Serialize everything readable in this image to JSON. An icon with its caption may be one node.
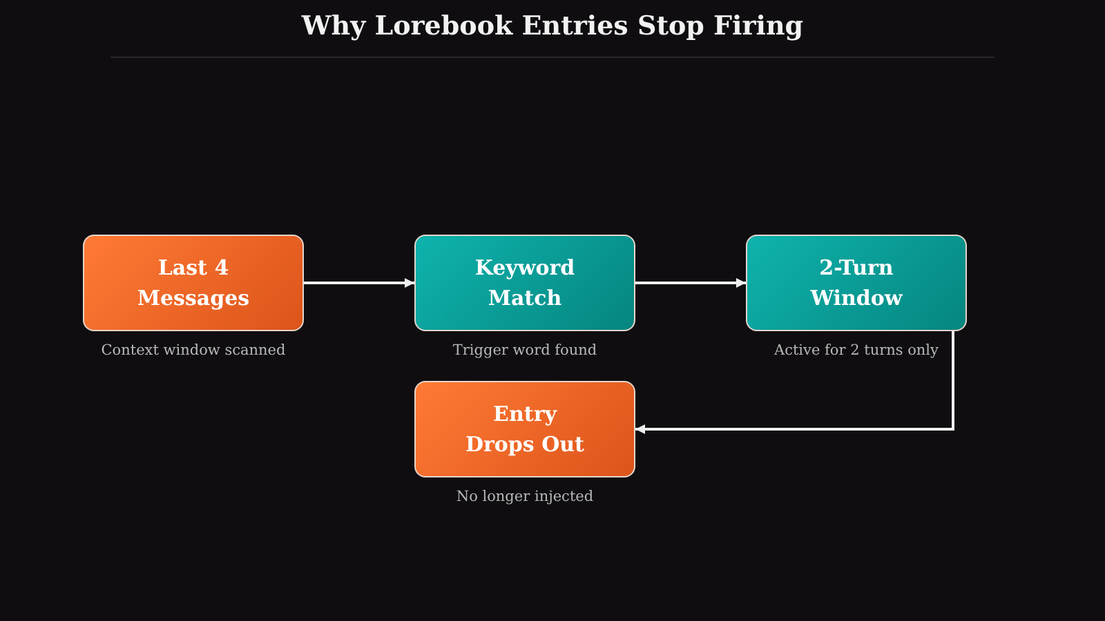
{
  "diagram": {
    "title": "Why Lorebook Entries Stop Firing",
    "nodes": [
      {
        "text": [
          "Last 4 Messages"
        ],
        "beside": [
          "Context window scanned"
        ]
      },
      {
        "text": [
          "Keyword Match"
        ],
        "beside": [
          "Trigger word found"
        ]
      },
      {
        "text": [
          "2-Turn Window"
        ],
        "beside": [
          "Active for 2 turns only"
        ]
      },
      {
        "text": [
          "Entry Drops Out"
        ],
        "beside": [
          "No longer injected"
        ]
      }
    ],
    "edges": [
      {
        "from": 0,
        "to": 1,
        "arrow": "to"
      },
      {
        "from": 1,
        "to": 2,
        "arrow": "to"
      },
      {
        "from": 2,
        "to": 3,
        "arrow": "to"
      }
    ]
  }
}
